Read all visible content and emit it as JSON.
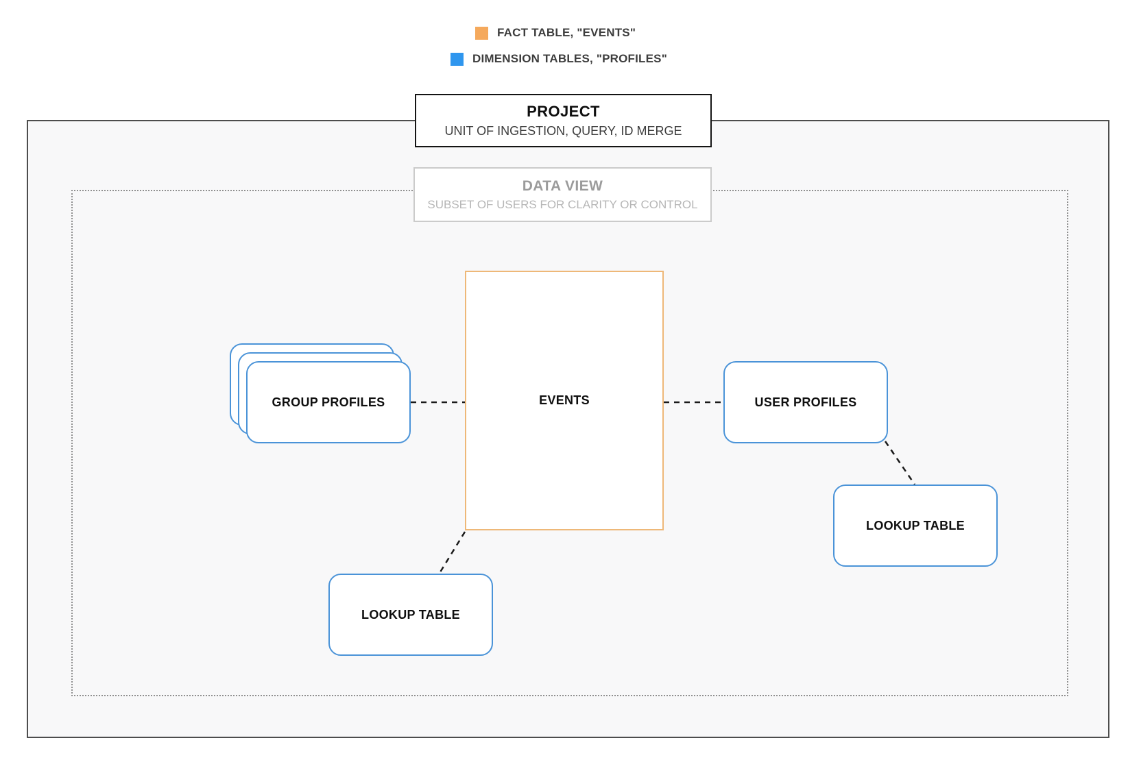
{
  "legend": {
    "items": [
      {
        "label": "FACT TABLE, \"EVENTS\"",
        "color": "#f5a95c"
      },
      {
        "label": "DIMENSION TABLES, \"PROFILES\"",
        "color": "#2f96ee"
      }
    ]
  },
  "project_box": {
    "title": "PROJECT",
    "subtitle": "UNIT OF INGESTION, QUERY, ID MERGE"
  },
  "data_view_box": {
    "title": "DATA VIEW",
    "subtitle": "SUBSET OF USERS FOR CLARITY OR CONTROL"
  },
  "nodes": {
    "events": {
      "label": "EVENTS",
      "accent": "#eeb878"
    },
    "group_profiles": {
      "label": "GROUP PROFILES",
      "accent": "#4a93d8"
    },
    "user_profiles": {
      "label": "USER PROFILES",
      "accent": "#4a93d8"
    },
    "lookup_table_bottom": {
      "label": "LOOKUP TABLE",
      "accent": "#4a93d8"
    },
    "lookup_table_right": {
      "label": "LOOKUP TABLE",
      "accent": "#4a93d8"
    }
  }
}
